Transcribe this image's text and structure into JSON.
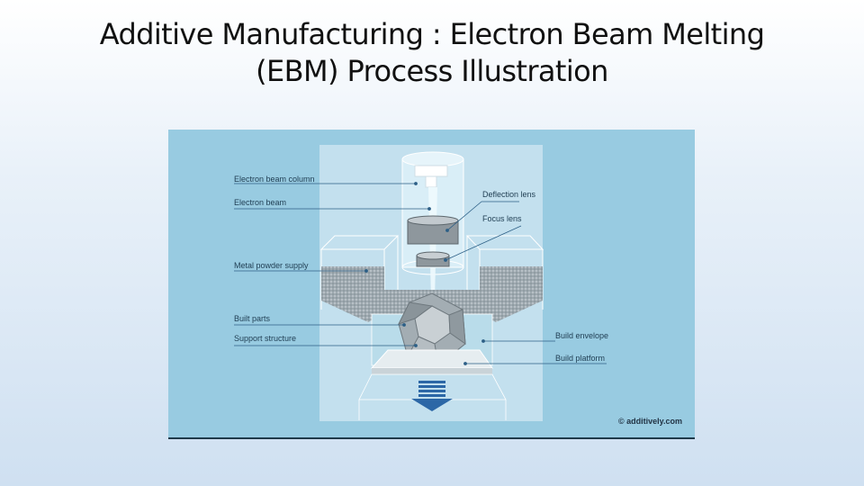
{
  "title": {
    "line1": "Additive Manufacturing : Electron Beam Melting",
    "line2": "(EBM) Process Illustration"
  },
  "diagram": {
    "labels": {
      "electron_beam_column": "Electron beam column",
      "electron_beam": "Electron beam",
      "metal_powder_supply": "Metal powder supply",
      "built_parts": "Built parts",
      "support_structure": "Support structure",
      "deflection_lens": "Deflection lens",
      "focus_lens": "Focus lens",
      "build_envelope": "Build envelope",
      "build_platform": "Build platform"
    },
    "credit": "© additively.com",
    "colors": {
      "background": "#98cbe1",
      "chamber": "#c3e0ee",
      "powder": "#a8b4bb",
      "beam": "#e8f6fc",
      "label_line": "#2c5f86"
    }
  }
}
